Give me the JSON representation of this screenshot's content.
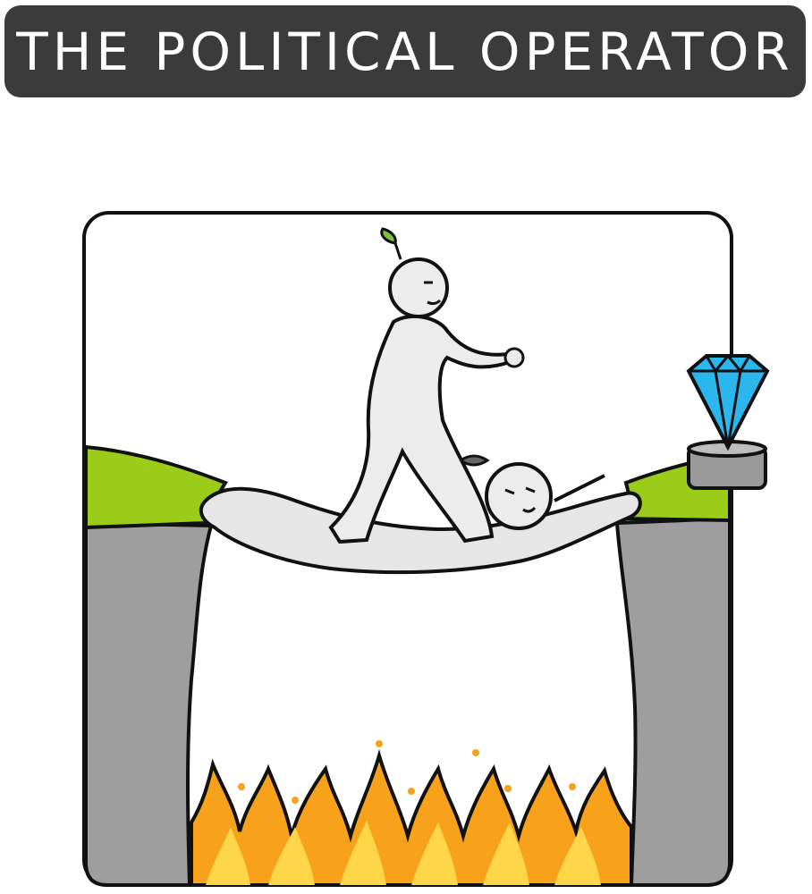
{
  "header": {
    "title": "THE POLITICAL OPERATOR"
  },
  "illustration": {
    "scene": "comic-panel",
    "elements": [
      "walking-figure-with-sprout",
      "bridge-figure-lying-across-gap",
      "blue-diamond-on-pedestal",
      "grass-cliffs",
      "flames-pit"
    ]
  },
  "colors": {
    "header_bg": "#3b3b3b",
    "grass": "#9ccc1a",
    "rock": "#9a9a9a",
    "diamond": "#2bb6ee",
    "fire_outer": "#f7a21a",
    "fire_inner": "#ffd64a",
    "leaf": "#7bc142"
  }
}
